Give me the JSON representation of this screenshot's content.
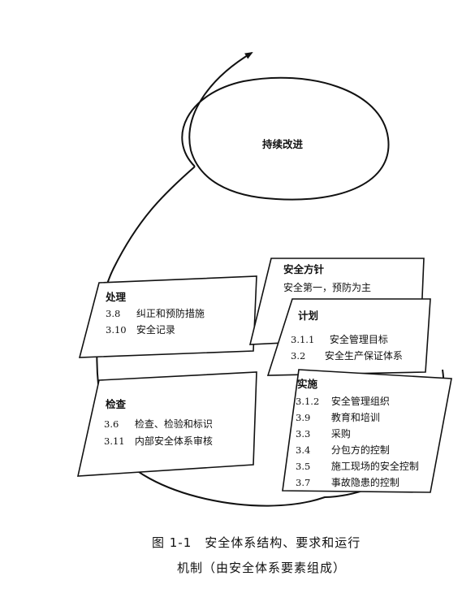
{
  "center_label": "持续改进",
  "boxes": {
    "chuli": {
      "title": "处理",
      "items": [
        {
          "num": "3.8",
          "text": "纠正和预防措施"
        },
        {
          "num": "3.10",
          "text": "安全记录"
        }
      ]
    },
    "jiancha": {
      "title": "检查",
      "items": [
        {
          "num": "3.6",
          "text": "检查、检验和标识"
        },
        {
          "num": "3.11",
          "text": "内部安全体系审核"
        }
      ]
    },
    "fangzhen": {
      "title": "安全方针",
      "subtitle": "安全第一，预防为主"
    },
    "jihua": {
      "title": "计划",
      "items": [
        {
          "num": "3.1.1",
          "text": "安全管理目标"
        },
        {
          "num": "3.2",
          "text": "安全生产保证体系"
        }
      ]
    },
    "shishi": {
      "title": "实施",
      "items": [
        {
          "num": "3.1.2",
          "text": "安全管理组织"
        },
        {
          "num": "3.9",
          "text": "教育和培训"
        },
        {
          "num": "3.3",
          "text": "采购"
        },
        {
          "num": "3.4",
          "text": "分包方的控制"
        },
        {
          "num": "3.5",
          "text": "施工现场的安全控制"
        },
        {
          "num": "3.7",
          "text": "事故隐患的控制"
        }
      ]
    }
  },
  "caption": {
    "line1": "图 1-1　安全体系结构、要求和运行",
    "line2": "机制（由安全体系要素组成）"
  },
  "colors": {
    "ink": "#111111",
    "paper": "#ffffff"
  }
}
